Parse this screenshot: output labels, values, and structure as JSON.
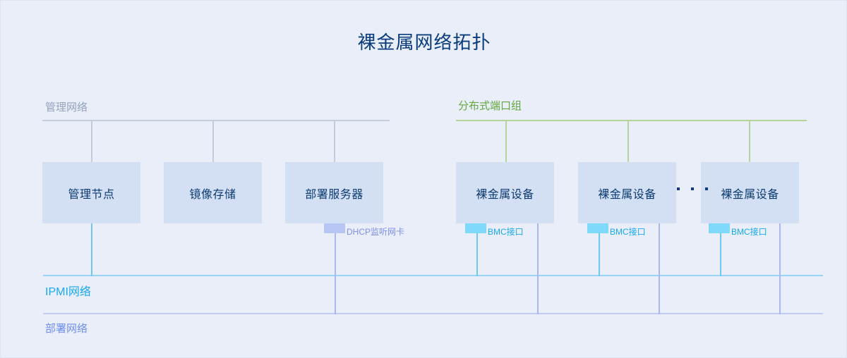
{
  "diagram": {
    "title": "裸金属网络拓扑",
    "background_color": "#e9eef8"
  },
  "zones": {
    "management_network": {
      "label": "管理网络",
      "color": "#93a3bd"
    },
    "distributed_port_group": {
      "label": "分布式端口组",
      "color": "#62a83c"
    },
    "ipmi_network": {
      "label": "IPMI网络",
      "color": "#17a9f0"
    },
    "deploy_network": {
      "label": "部署网络",
      "color": "#6f8ef0"
    }
  },
  "nodes": {
    "management": [
      {
        "label": "管理节点"
      },
      {
        "label": "镜像存储"
      },
      {
        "label": "部署服务器"
      }
    ],
    "bare_metal": [
      {
        "label": "裸金属设备"
      },
      {
        "label": "裸金属设备"
      },
      {
        "label": "裸金属设备"
      }
    ],
    "ellipsis": "..."
  },
  "interfaces": {
    "dhcp_nic": {
      "label": "DHCP监听网卡",
      "color": "#b7c6f5"
    },
    "bmc_ports": [
      {
        "label": "BMC接口",
        "color": "#7fd9fa"
      },
      {
        "label": "BMC接口",
        "color": "#7fd9fa"
      },
      {
        "label": "BMC接口",
        "color": "#7fd9fa"
      }
    ]
  },
  "colors": {
    "node_fill": "#d3e0f3",
    "node_text": "#0b3a72",
    "title_text": "#0a3c7d",
    "mgmt_bus": "#c3cdde",
    "dpg_bus": "#b5d49a",
    "ipmi_bus": "#9ad4f5",
    "deploy_bus": "#c2ccf4"
  }
}
